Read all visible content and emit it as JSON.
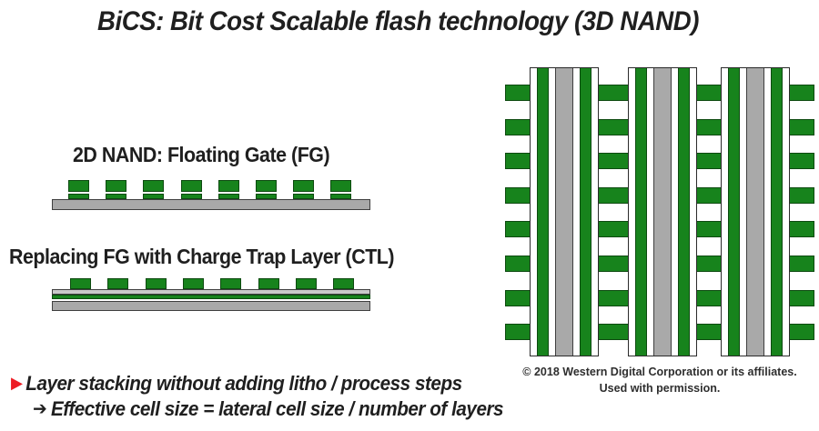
{
  "title": "BiCS: Bit Cost Scalable flash technology (3D NAND)",
  "colors": {
    "green": "#17831c",
    "green_border": "#0d4a10",
    "gray": "#a9a9a9",
    "gray_border": "#3f3f3f",
    "light_gray": "#c9c9c9",
    "red": "#ed1c24"
  },
  "fg_section": {
    "label": "2D NAND: Floating Gate (FG)",
    "cell_count": 8
  },
  "ctl_section": {
    "label": "Replacing FG with Charge Trap Layer (CTL)",
    "cell_count": 8
  },
  "nand3d": {
    "pillar_count": 3,
    "wordline_rows": 8
  },
  "copyright": {
    "line1": "© 2018 Western Digital Corporation or its affiliates.",
    "line2": "Used with permission."
  },
  "bullets": [
    {
      "marker": "▶",
      "text": "Layer stacking without adding litho / process steps"
    },
    {
      "marker": "➔",
      "text": "Effective cell size = lateral cell size / number of layers"
    }
  ]
}
